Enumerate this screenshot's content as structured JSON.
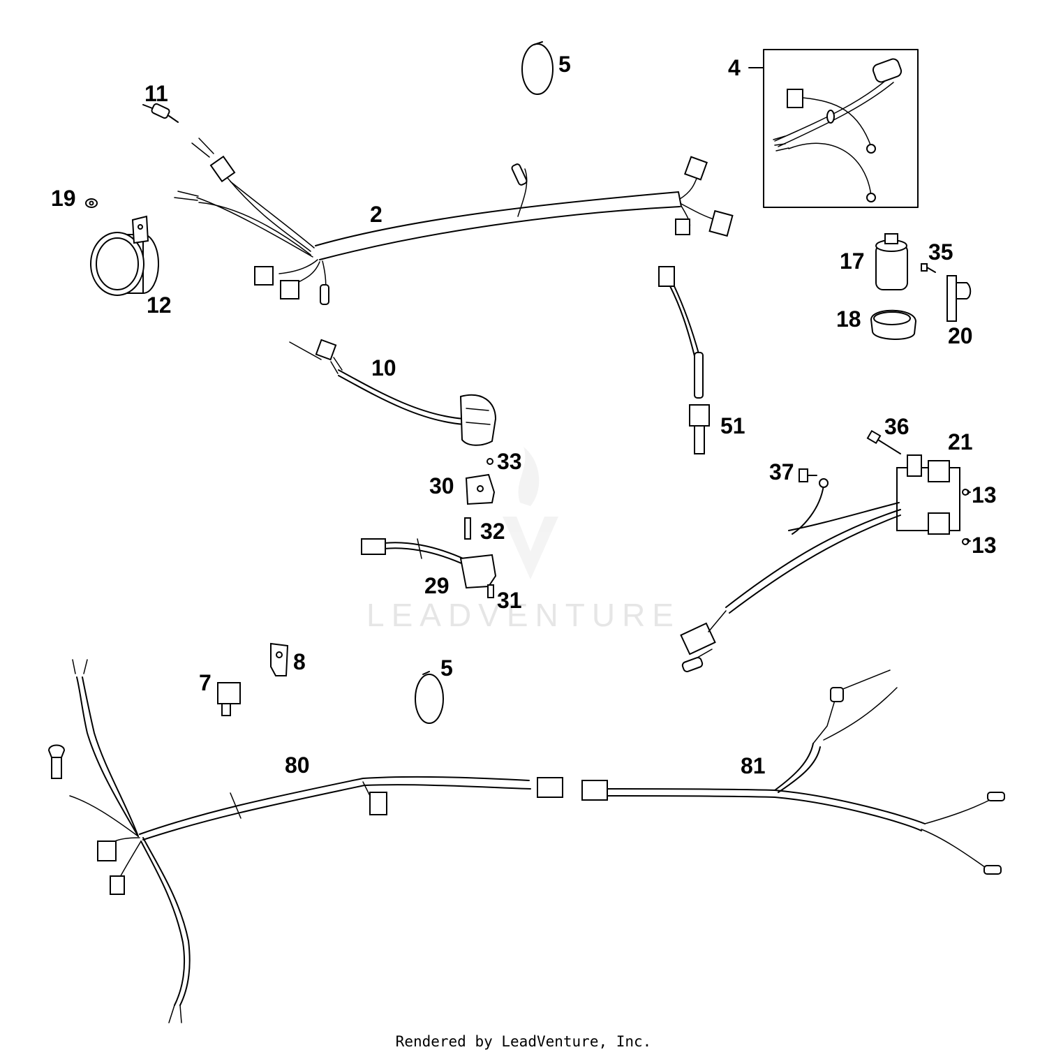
{
  "watermark": "LEADVENTURE",
  "footer": "Rendered by LeadVenture, Inc.",
  "callouts": [
    {
      "id": "c-5a",
      "text": "5"
    },
    {
      "id": "c-4",
      "text": "4"
    },
    {
      "id": "c-11",
      "text": "11"
    },
    {
      "id": "c-19",
      "text": "19"
    },
    {
      "id": "c-2",
      "text": "2"
    },
    {
      "id": "c-12",
      "text": "12"
    },
    {
      "id": "c-17",
      "text": "17"
    },
    {
      "id": "c-35",
      "text": "35"
    },
    {
      "id": "c-18",
      "text": "18"
    },
    {
      "id": "c-20",
      "text": "20"
    },
    {
      "id": "c-10",
      "text": "10"
    },
    {
      "id": "c-51",
      "text": "51"
    },
    {
      "id": "c-36",
      "text": "36"
    },
    {
      "id": "c-21",
      "text": "21"
    },
    {
      "id": "c-33",
      "text": "33"
    },
    {
      "id": "c-30",
      "text": "30"
    },
    {
      "id": "c-37",
      "text": "37"
    },
    {
      "id": "c-13a",
      "text": "13"
    },
    {
      "id": "c-32",
      "text": "32"
    },
    {
      "id": "c-13b",
      "text": "13"
    },
    {
      "id": "c-29",
      "text": "29"
    },
    {
      "id": "c-31",
      "text": "31"
    },
    {
      "id": "c-8",
      "text": "8"
    },
    {
      "id": "c-5b",
      "text": "5"
    },
    {
      "id": "c-7",
      "text": "7"
    },
    {
      "id": "c-80",
      "text": "80"
    },
    {
      "id": "c-81",
      "text": "81"
    }
  ]
}
